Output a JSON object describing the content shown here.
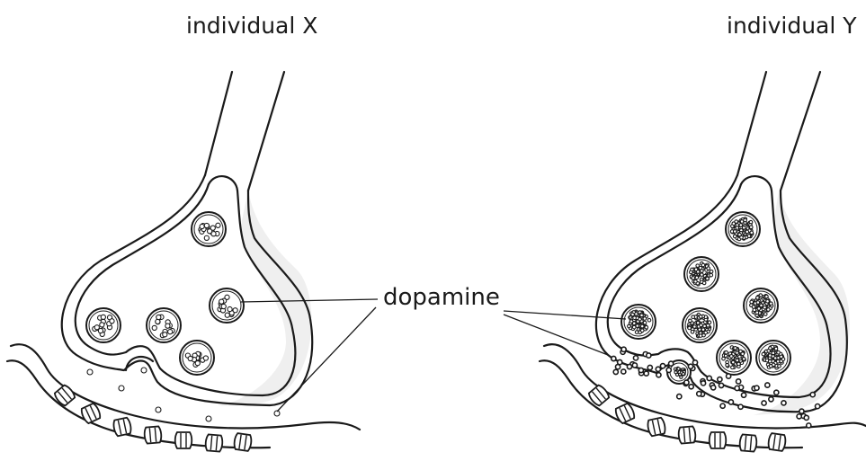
{
  "labels": {
    "individual_x": "individual X",
    "individual_y": "individual Y",
    "dopamine": "dopamine"
  },
  "colors": {
    "ink": "#1a1a1a",
    "membrane_shade": "#efefef",
    "background": "#ffffff"
  }
}
